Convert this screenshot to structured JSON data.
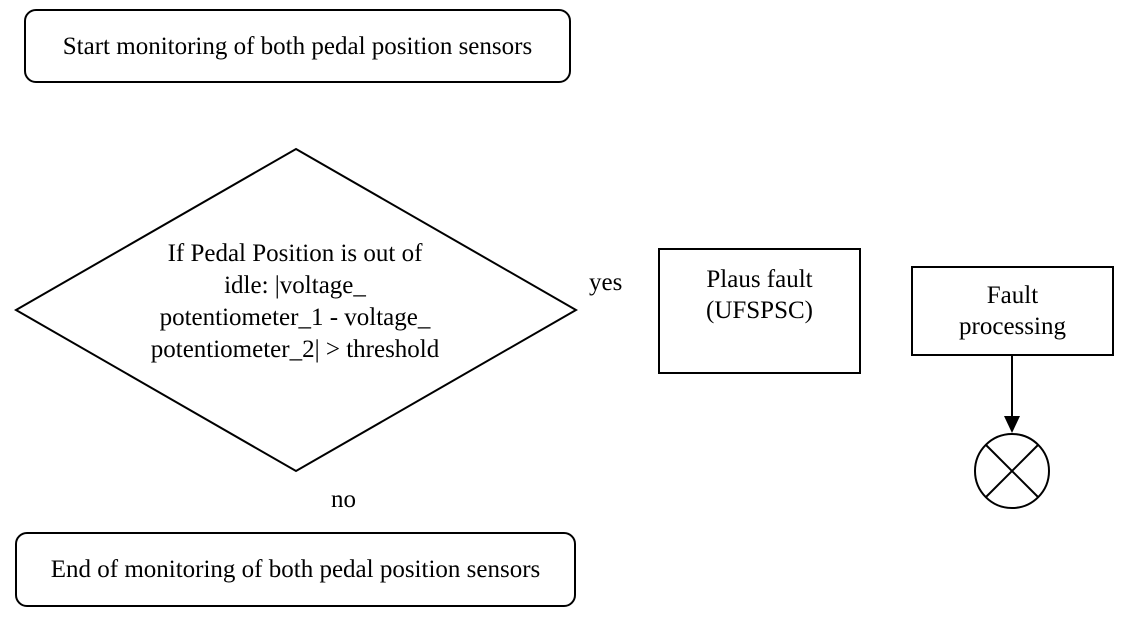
{
  "start": {
    "text": "Start monitoring of both pedal position sensors"
  },
  "decision": {
    "lines": [
      "If Pedal Position is out of",
      "idle: |voltage_",
      "potentiometer_1 - voltage_",
      "potentiometer_2| > threshold"
    ]
  },
  "branches": {
    "yes": "yes",
    "no": "no"
  },
  "plaus_fault": {
    "lines": [
      "Plaus fault",
      "(UFSPSC)"
    ]
  },
  "fault_processing": {
    "lines": [
      "Fault",
      "processing"
    ]
  },
  "end": {
    "text": "End of monitoring of both pedal position sensors"
  },
  "terminator_icon": "crossed-circle-terminator-icon"
}
